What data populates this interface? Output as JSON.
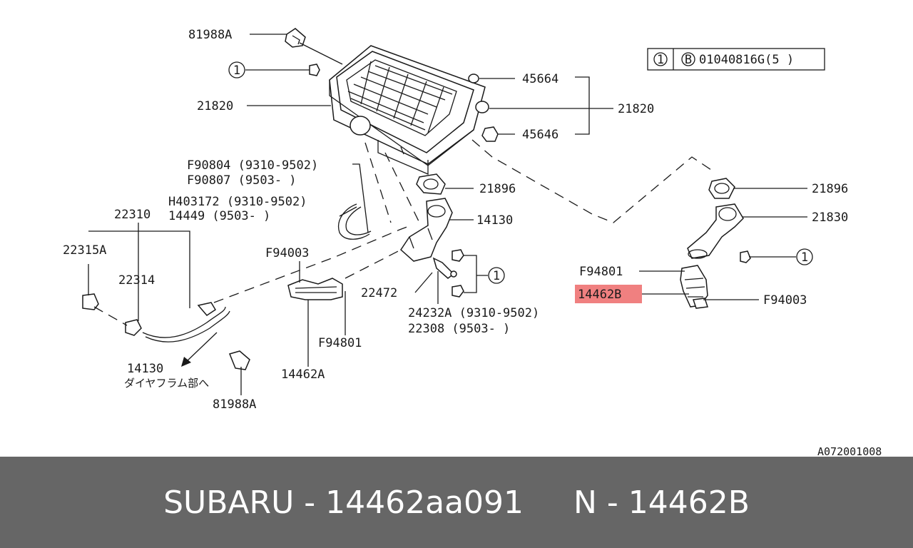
{
  "labels": {
    "l_81988A_top": "81988A",
    "l_21820_left": "21820",
    "l_45664": "45664",
    "l_21820_right": "21820",
    "l_45646": "45646",
    "l_F90804": "F90804 (9310-9502)",
    "l_F90807": "F90807 (9503-     )",
    "l_21896_mid": "21896",
    "l_H403172": "H403172 (9310-9502)",
    "l_14449": "14449   (9503-     )",
    "l_22310": "22310",
    "l_14130_mid": "14130",
    "l_22315A": "22315A",
    "l_F94003_left": "F94003",
    "l_22314": "22314",
    "l_22472": "22472",
    "l_24232A": "24232A (9310-9502)",
    "l_22308": "22308  (9503-     )",
    "l_F94801_left": "F94801",
    "l_14130_bottom": "14130",
    "l_diaphragm": "ダイヤフラム部へ",
    "l_14462A": "14462A",
    "l_81988A_bottom": "81988A",
    "l_21896_right": "21896",
    "l_21830": "21830",
    "l_F94801_right": "F94801",
    "l_14462B": "14462B",
    "l_F94003_right": "F94003",
    "l_code": "A072001008"
  },
  "callouts": {
    "c1": "1",
    "c2": "1",
    "c3": "1",
    "c4": "1"
  },
  "legend": {
    "num": "1",
    "b": "B",
    "text": "01040816G(5  )"
  },
  "footer": {
    "brand_part": "SUBARU - 14462aa091",
    "sep": "     ",
    "ref": "N - 14462B"
  },
  "colors": {
    "highlight": "#f08080",
    "footer_bg": "#666666",
    "footer_text": "#ffffff"
  }
}
